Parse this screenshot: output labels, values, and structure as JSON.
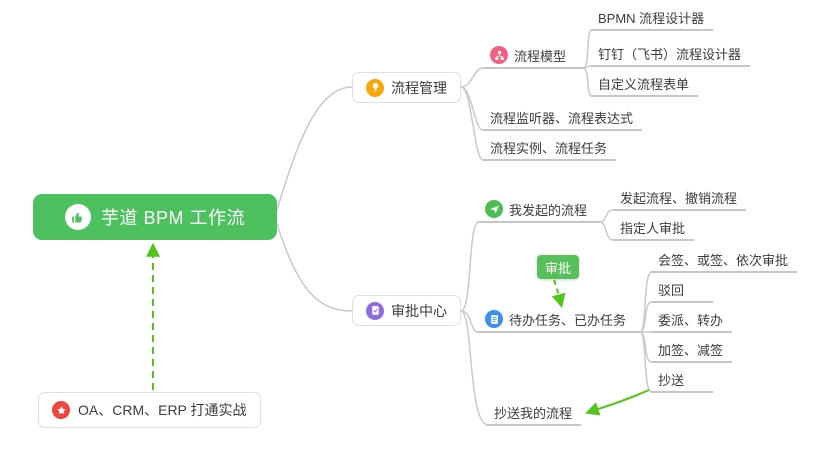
{
  "mindmap": {
    "root": {
      "label": "芋道 BPM 工作流",
      "icon": "thumbs-up"
    },
    "practice": {
      "label": "OA、CRM、ERP 打通实战",
      "icon": "star"
    },
    "process_management": {
      "label": "流程管理",
      "icon": "lightbulb",
      "process_model": {
        "label": "流程模型",
        "icon": "flow-model",
        "bpmn_designer": {
          "label": "BPMN 流程设计器"
        },
        "dingtalk_feishu_designer": {
          "label": "钉钉（飞书）流程设计器"
        },
        "custom_form": {
          "label": "自定义流程表单"
        }
      },
      "listener_expression": {
        "label": "流程监听器、流程表达式"
      },
      "instance_task": {
        "label": "流程实例、流程任务"
      }
    },
    "approval_center": {
      "label": "审批中心",
      "icon": "approval-doc",
      "my_initiated": {
        "label": "我发起的流程",
        "icon": "paper-plane",
        "initiate_cancel": {
          "label": "发起流程、撤销流程"
        },
        "assignee_approval": {
          "label": "指定人审批"
        }
      },
      "approval_callout": {
        "label": "审批"
      },
      "todo_done": {
        "label": "待办任务、已办任务",
        "icon": "task-list",
        "countersign": {
          "label": "会签、或签、依次审批"
        },
        "reject": {
          "label": "驳回"
        },
        "delegate_transfer": {
          "label": "委派、转办"
        },
        "add_reduce_sign": {
          "label": "加签、减签"
        },
        "cc": {
          "label": "抄送"
        }
      },
      "cc_my_process": {
        "label": "抄送我的流程"
      }
    },
    "colors": {
      "root_bg": "#4cc15e",
      "badge_bg": "#57c05a",
      "arrow_green": "#52c41a",
      "connector_gray": "#c9c9c9",
      "icon_orange": "#f7a70a",
      "icon_pink": "#ee6184",
      "icon_purple": "#8f6bdd",
      "icon_green": "#4dbd54",
      "icon_blue": "#3a8ff0",
      "icon_red": "#f0443f"
    }
  }
}
